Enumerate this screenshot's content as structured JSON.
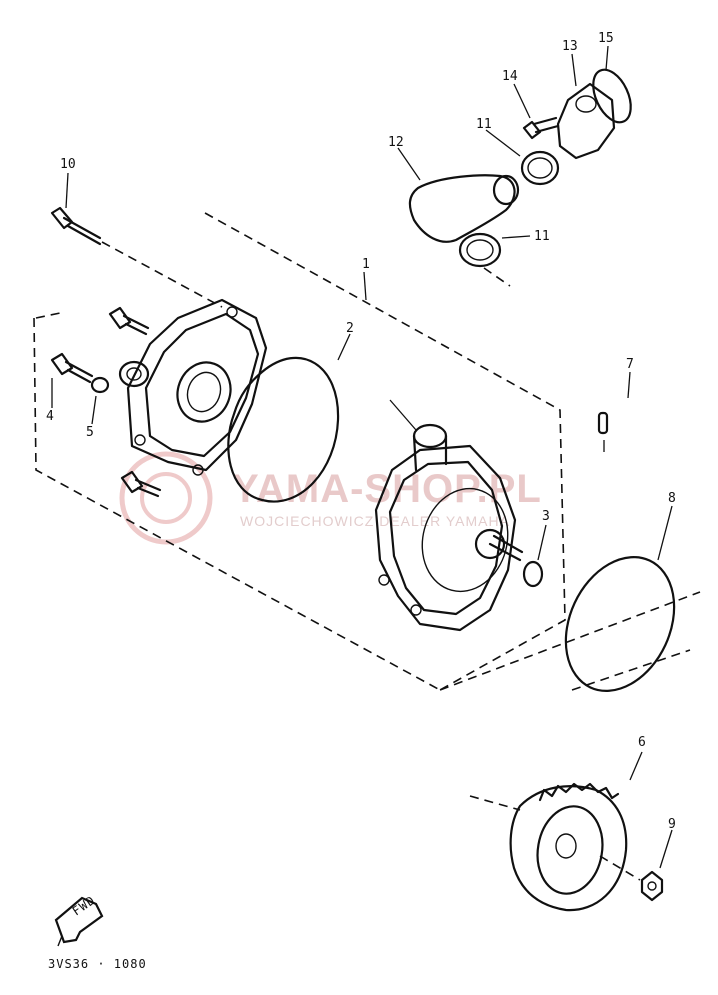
{
  "callouts": {
    "c1": "1",
    "c2": "2",
    "c3": "3",
    "c4": "4",
    "c5": "5",
    "c6": "6",
    "c7": "7",
    "c8": "8",
    "c9": "9",
    "c10": "10",
    "c11a": "11",
    "c11b": "11",
    "c12": "12",
    "c13": "13",
    "c14": "14",
    "c15": "15"
  },
  "watermark": {
    "main": "YAMA-SHOP.PL",
    "sub": "WOJCIECHOWICZ DEALER YAMAHA"
  },
  "fwd_label": "FWD",
  "figure_code": "3VS36 · 1080",
  "colors": {
    "ink": "#111111",
    "watermark": "#e9c9c9",
    "paper": "#ffffff"
  }
}
